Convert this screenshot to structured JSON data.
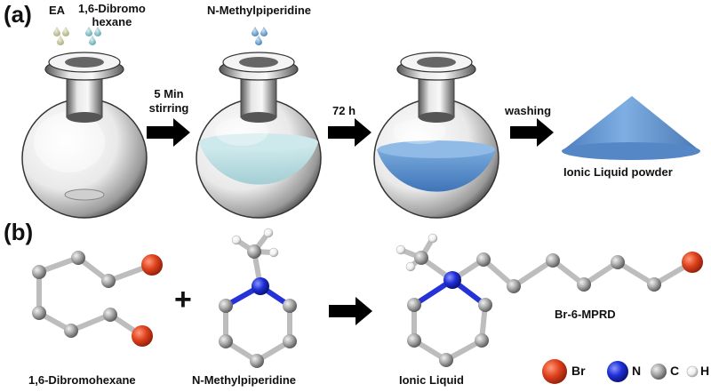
{
  "panel_a": {
    "label": "(a)",
    "reagent_1": "EA",
    "reagent_2_line1": "1,6-Dibromo",
    "reagent_2_line2": "hexane",
    "reagent_3": "N-Methylpiperidine",
    "step_1_line1": "5 Min",
    "step_1_line2": "stirring",
    "step_2": "72 h",
    "step_3": "washing",
    "product": "Ionic Liquid powder"
  },
  "panel_b": {
    "label": "(b)",
    "molecule_1": "1,6-Dibromohexane",
    "plus": "+",
    "molecule_2": "N-Methylpiperidine",
    "product_name": "Br-6-MPRD",
    "product_label": "Ionic Liquid",
    "legend": [
      {
        "symbol": "Br",
        "color": "#e0421e"
      },
      {
        "symbol": "N",
        "color": "#1f2fd6"
      },
      {
        "symbol": "C",
        "color": "#a8a8a8"
      },
      {
        "symbol": "H",
        "color": "#f2f2f2"
      }
    ]
  },
  "colors": {
    "liquid_light": "#bfe3e6",
    "liquid_blue": "#5f95cf",
    "powder": "#6b9ed6",
    "drop_beige": "#cfcfa6",
    "drop_teal": "#8fc6cf",
    "drop_blue": "#6fa3d0"
  }
}
